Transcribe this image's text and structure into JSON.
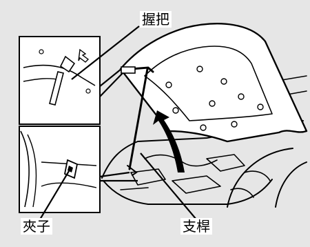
{
  "labels": {
    "handle": "握把",
    "clip": "夾子",
    "prop_rod": "支桿"
  },
  "colors": {
    "background": "#e6e6e6",
    "line": "#000000",
    "label_box": "#ffffff"
  }
}
